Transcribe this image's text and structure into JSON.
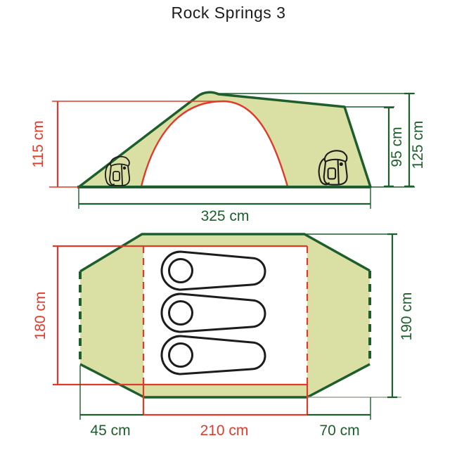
{
  "title": "Rock Springs 3",
  "colors": {
    "tent-fill": "#dae0a3",
    "line-green": "#1d5e2c",
    "line-red": "#e03a2b",
    "ink": "#1c1c1c",
    "ext-gray": "#9aa396"
  },
  "side_view": {
    "inner_height_label": "115 cm",
    "rear_height_label": "95 cm",
    "peak_height_label": "125 cm",
    "total_length_label": "325 cm",
    "icons": [
      "backpack-icon",
      "backpack-icon"
    ]
  },
  "floor_plan": {
    "inner_width_label": "180 cm",
    "outer_width_label": "190 cm",
    "front_section_label": "45 cm",
    "inner_length_label": "210 cm",
    "rear_section_label": "70 cm",
    "sleeping_bag_count": 3,
    "icons": [
      "sleeping-bag-icon",
      "sleeping-bag-icon",
      "sleeping-bag-icon"
    ]
  }
}
